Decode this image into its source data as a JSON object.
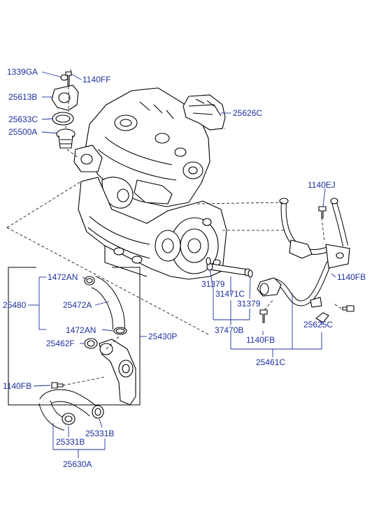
{
  "colors": {
    "label": "#1d2f9e",
    "line": "#000000",
    "leader": "#1d2f9e"
  },
  "labels": {
    "p_1339GA": "1339GA",
    "p_1140FF": "1140FF",
    "p_25613B": "25613B",
    "p_25633C": "25633C",
    "p_25500A": "25500A",
    "p_25626C": "25626C",
    "p_1140EJ": "1140EJ",
    "p_1140FB_right": "1140FB",
    "p_31379_left": "31379",
    "p_31471C": "31471C",
    "p_31379_right": "31379",
    "p_37470B": "37470B",
    "p_1140FB_mid": "1140FB",
    "p_25625C": "25625C",
    "p_25461C": "25461C",
    "p_1472AN_top": "1472AN",
    "p_25480": "25480",
    "p_25472A": "25472A",
    "p_1472AN_bottom": "1472AN",
    "p_25462F": "25462F",
    "p_25430P": "25430P",
    "p_1140FB_left": "1140FB",
    "p_25331B_left": "25331B",
    "p_25331B_right": "25331B",
    "p_25630A": "25630A"
  }
}
